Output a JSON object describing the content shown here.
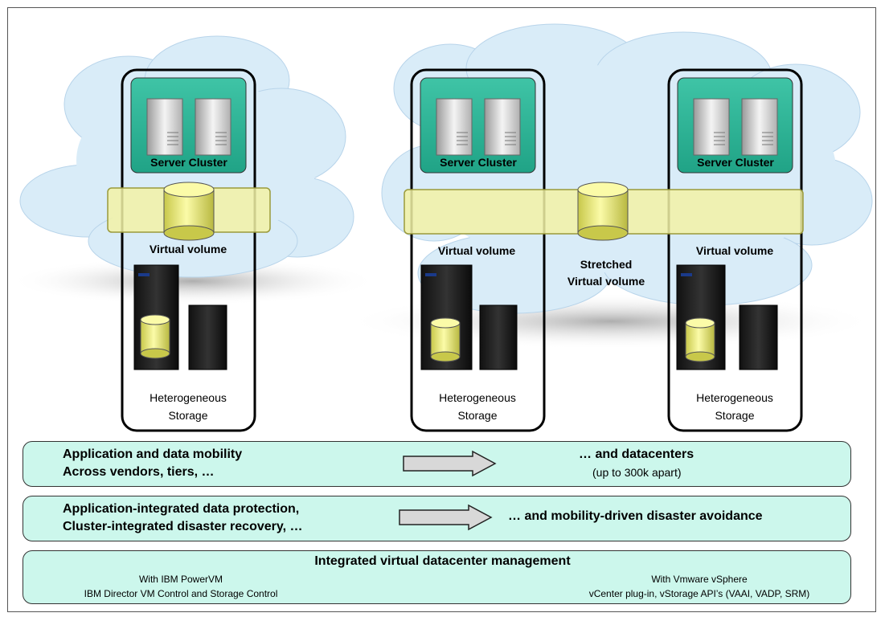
{
  "left_site": {
    "server_label": "Server Cluster",
    "volume_label": "Virtual volume",
    "storage_line1": "Heterogeneous",
    "storage_line2": "Storage"
  },
  "mid_site": {
    "server_label": "Server Cluster",
    "volume_label": "Virtual volume",
    "storage_line1": "Heterogeneous",
    "storage_line2": "Storage"
  },
  "right_site": {
    "server_label": "Server Cluster",
    "volume_label": "Virtual volume",
    "storage_line1": "Heterogeneous",
    "storage_line2": "Storage"
  },
  "stretched": {
    "line1": "Stretched",
    "line2": "Virtual volume"
  },
  "bar1": {
    "left_line1": "Application and data mobility",
    "left_line2": "Across vendors, tiers, …",
    "right_line1": "… and datacenters",
    "right_line2": "(up to 300k apart)"
  },
  "bar2": {
    "left_line1": "Application-integrated data protection,",
    "left_line2": "Cluster-integrated disaster recovery, …",
    "right": "… and mobility-driven disaster avoidance"
  },
  "bar3": {
    "title": "Integrated virtual datacenter management",
    "left_line1": "With IBM PowerVM",
    "left_line2": "IBM Director VM Control and Storage Control",
    "right_line1": "With Vmware vSphere",
    "right_line2": "vCenter plug-in, vStorage API’s (VAAI, VADP, SRM)"
  },
  "colors": {
    "cloud": "#d9ecf8",
    "server_panel": "#2fb99c",
    "band": "#f2f2a6",
    "bar_fill": "#ccf7ec",
    "cylinder": "#f0f088"
  }
}
